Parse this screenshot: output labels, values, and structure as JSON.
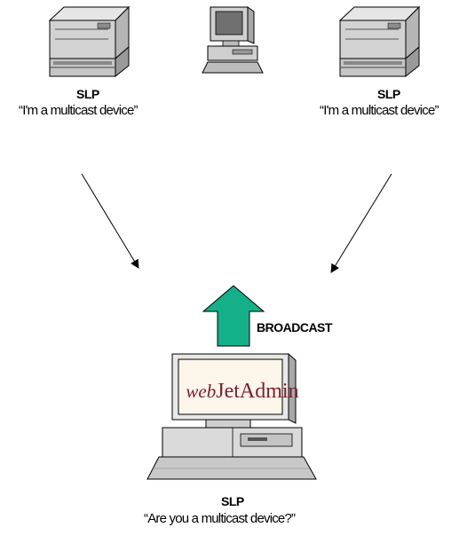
{
  "left_printer": {
    "protocol": "SLP",
    "message": "“I'm a multicast device”"
  },
  "right_printer": {
    "protocol": "SLP",
    "message": "“I'm a multicast device”"
  },
  "broadcast_label": "BROADCAST",
  "management_station": {
    "logo_prefix": "web",
    "logo_main": "JetAdmin",
    "protocol": "SLP",
    "message": "“Are you a multicast device?”"
  },
  "colors": {
    "broadcast_arrow": "#14b08a",
    "logo_text": "#7a1d2e"
  },
  "icons": [
    "laser-printer-icon",
    "desktop-computer-icon",
    "laser-printer-icon",
    "desktop-computer-icon"
  ]
}
